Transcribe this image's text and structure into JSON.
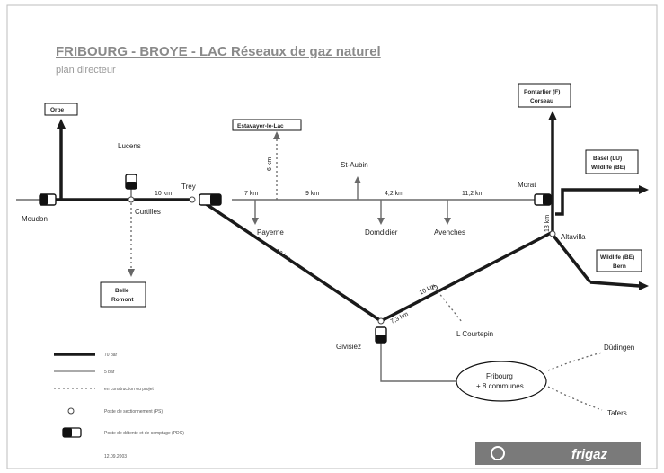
{
  "title": "FRIBOURG - BROYE - LAC   Réseaux de gaz naturel",
  "subtitle": "plan directeur",
  "nodes": {
    "orbe": "Orbe",
    "lucens": "Lucens",
    "estavayer": "Estavayer-le-Lac",
    "pontarlier": "Pontarlier (F)",
    "corsaux": "Corseau",
    "moudon": "Moudon",
    "curtilles": "Curtilles",
    "trey": "Trey",
    "payerne": "Payerne",
    "st_aubin": "St-Aubin",
    "domdidier": "Domdidier",
    "avenches": "Avenches",
    "morat": "Morat",
    "altavilla": "Altavilla",
    "basel": "Basel (LU)",
    "wildlife": "Wildlife (BE)",
    "wildlife2": "Wildlife (BE)",
    "bern": "Bern",
    "belle1": "Belle",
    "belle2": "Romont",
    "courtepin": "L Courtepin",
    "givisiez": "Givisiez",
    "dudingen": "Düdingen",
    "tafers": "Tafers",
    "fribourg1": "Fribourg",
    "fribourg2": "+ 8 communes"
  },
  "distances": {
    "d_10km": "10 km",
    "d_7km": "7 km",
    "d_9km": "9 km",
    "d_42km": "4,2 km",
    "d_112km": "11,2 km",
    "d_6km": "6 km",
    "d_12km": "12 km",
    "d_13km": "13 km",
    "d_105km": "10 km",
    "d_72km": "7,3 km"
  },
  "legend": {
    "l1": "70 bar",
    "l2": "5 bar",
    "l3": "en construction ou projet",
    "l4": "Poste de sectionnement (PS)",
    "l5": "Poste de détente et de comptage (PDC)",
    "date": "12.09.2003"
  },
  "logo": {
    "text": "frigaz"
  }
}
